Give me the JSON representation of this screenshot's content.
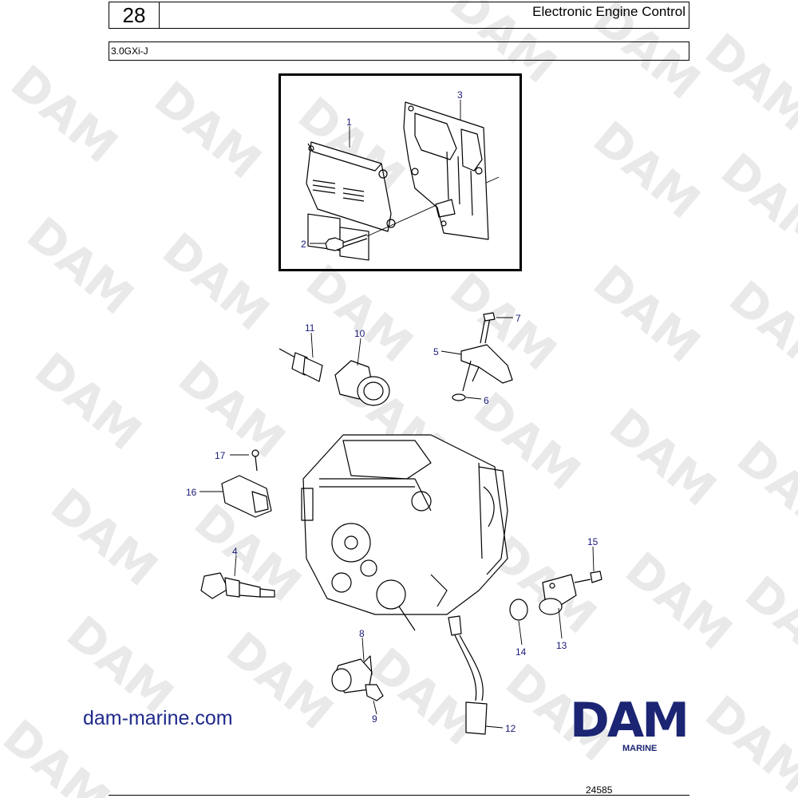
{
  "header": {
    "section_number": "28",
    "title": "Electronic Engine Control"
  },
  "model": "3.0GXi-J",
  "callouts": [
    {
      "id": "c1",
      "label": "1"
    },
    {
      "id": "c2",
      "label": "2"
    },
    {
      "id": "c3",
      "label": "3"
    },
    {
      "id": "c4",
      "label": "4"
    },
    {
      "id": "c5",
      "label": "5"
    },
    {
      "id": "c6",
      "label": "6"
    },
    {
      "id": "c7",
      "label": "7"
    },
    {
      "id": "c8",
      "label": "8"
    },
    {
      "id": "c9",
      "label": "9"
    },
    {
      "id": "c10",
      "label": "10"
    },
    {
      "id": "c11",
      "label": "11"
    },
    {
      "id": "c12",
      "label": "12"
    },
    {
      "id": "c13",
      "label": "13"
    },
    {
      "id": "c14",
      "label": "14"
    },
    {
      "id": "c15",
      "label": "15"
    },
    {
      "id": "c16",
      "label": "16"
    },
    {
      "id": "c17",
      "label": "17"
    }
  ],
  "website": "dam-marine.com",
  "logo": {
    "name": "DAM",
    "subtitle": "MARINE",
    "color": "#1c2573"
  },
  "watermark": "DAM",
  "document_number": "24585"
}
